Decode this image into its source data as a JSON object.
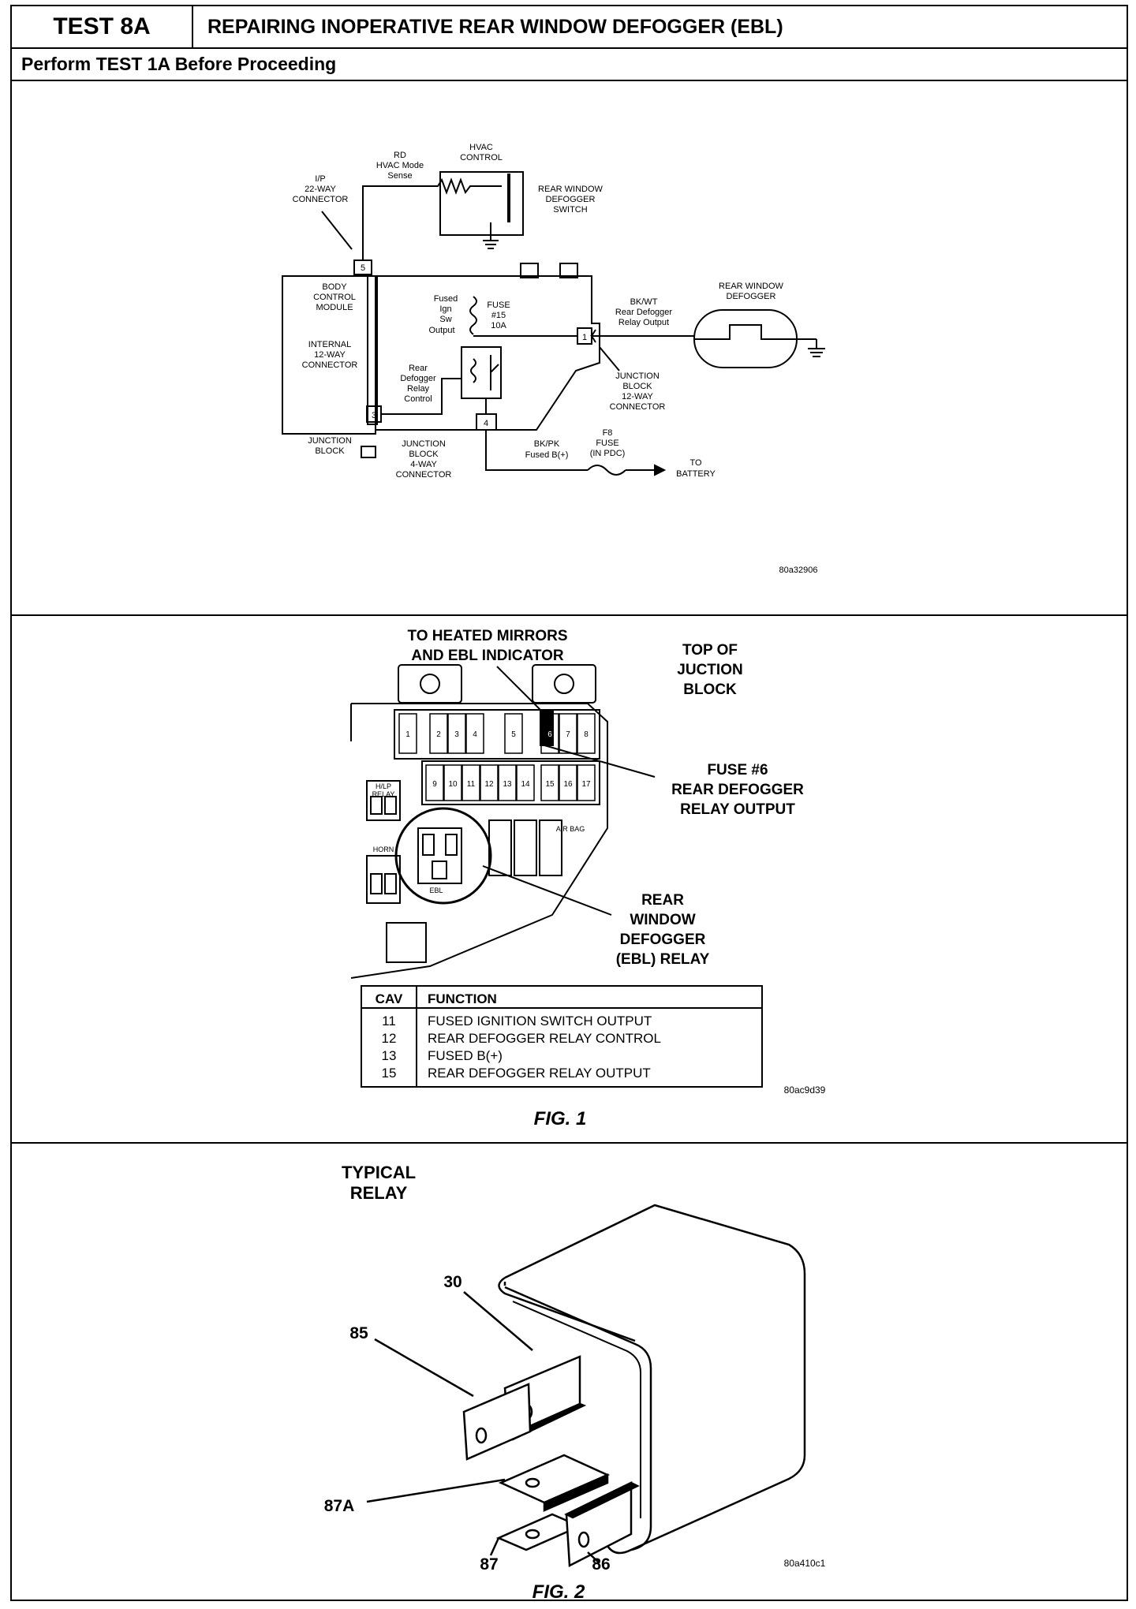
{
  "header": {
    "test_id": "TEST 8A",
    "title": "REPAIRING INOPERATIVE REAR WINDOW DEFOGGER (EBL)",
    "subtitle": "Perform TEST 1A Before Proceeding"
  },
  "schematic": {
    "rd_wire": [
      "RD",
      "HVAC Mode",
      "Sense"
    ],
    "hvac_control": [
      "HVAC",
      "CONTROL"
    ],
    "defogger_switch": [
      "REAR WINDOW",
      "DEFOGGER",
      "SWITCH"
    ],
    "ip_connector": [
      "I/P",
      "22-WAY",
      "CONNECTOR"
    ],
    "pin_5": "5",
    "bcm": [
      "BODY",
      "CONTROL",
      "MODULE"
    ],
    "internal_connector": [
      "INTERNAL",
      "12-WAY",
      "CONNECTOR"
    ],
    "pin_3": "3",
    "fused_ign": [
      "Fused",
      "Ign",
      "Sw",
      "Output"
    ],
    "fuse_15": [
      "FUSE",
      "#15",
      "10A"
    ],
    "relay_control": [
      "Rear",
      "Defogger",
      "Relay",
      "Control"
    ],
    "pin_1": "1",
    "pin_4": "4",
    "bkwt_wire": [
      "BK/WT",
      "Rear Defogger",
      "Relay Output"
    ],
    "defogger": [
      "REAR WINDOW",
      "DEFOGGER"
    ],
    "jb_12way": [
      "JUNCTION",
      "BLOCK",
      "12-WAY",
      "CONNECTOR"
    ],
    "junction_block": [
      "JUNCTION",
      "BLOCK"
    ],
    "jb_4way": [
      "JUNCTION",
      "BLOCK",
      "4-WAY",
      "CONNECTOR"
    ],
    "bkpk_wire": [
      "BK/PK",
      "Fused B(+)"
    ],
    "pdc_fuse": [
      "F8",
      "FUSE",
      "(IN PDC)"
    ],
    "battery": [
      "TO",
      "BATTERY"
    ],
    "code": "80a32906"
  },
  "fig1": {
    "callout_mirrors": [
      "TO HEATED MIRRORS",
      "AND EBL INDICATOR"
    ],
    "callout_top": [
      "TOP OF",
      "JUCTION",
      "BLOCK"
    ],
    "callout_fuse6": [
      "FUSE #6",
      "REAR DEFOGGER",
      "RELAY OUTPUT"
    ],
    "callout_relay": [
      "REAR",
      "WINDOW",
      "DEFOGGER",
      "(EBL) RELAY"
    ],
    "fuses_top": [
      "1",
      "2",
      "3",
      "4",
      "5",
      "6",
      "7",
      "8"
    ],
    "fuses_bottom": [
      "9",
      "10",
      "11",
      "12",
      "13",
      "14",
      "15",
      "16",
      "17"
    ],
    "small_labels": {
      "hlp_relay": [
        "H/LP",
        "RELAY"
      ],
      "horn": "HORN",
      "ebl": "EBL",
      "air_bag": "AIR BAG"
    },
    "table": {
      "headers": [
        "CAV",
        "FUNCTION"
      ],
      "rows": [
        [
          "11",
          "FUSED IGNITION SWITCH OUTPUT"
        ],
        [
          "12",
          "REAR DEFOGGER RELAY CONTROL"
        ],
        [
          "13",
          "FUSED B(+)"
        ],
        [
          "15",
          "REAR DEFOGGER RELAY OUTPUT"
        ]
      ]
    },
    "code": "80ac9d39",
    "caption": "FIG. 1"
  },
  "fig2": {
    "title": [
      "TYPICAL",
      "RELAY"
    ],
    "terminals": {
      "t30": "30",
      "t85": "85",
      "t87a": "87A",
      "t87": "87",
      "t86": "86"
    },
    "code": "80a410c1",
    "caption": "FIG. 2"
  }
}
